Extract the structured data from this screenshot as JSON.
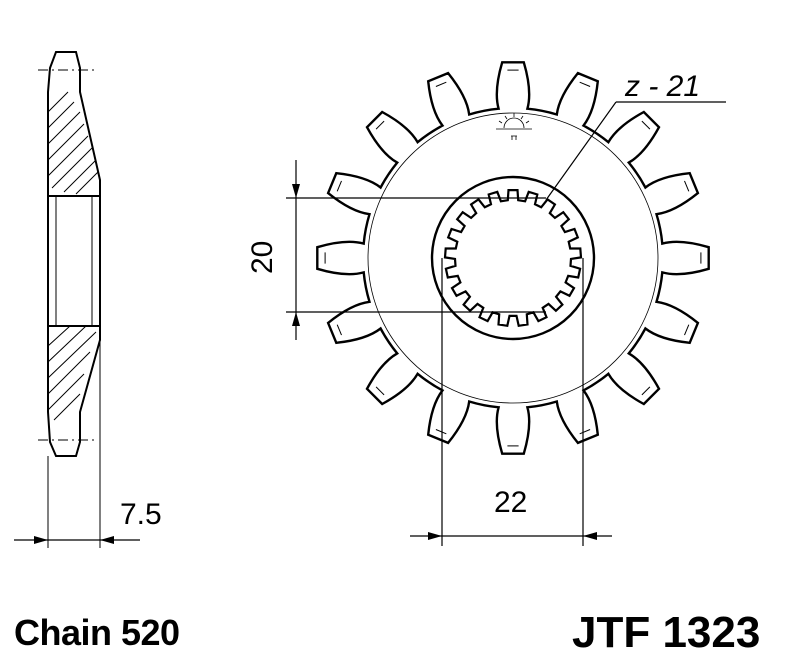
{
  "labels": {
    "tooth_count": "z - 21",
    "spline_height": "20",
    "hub_diameter": "22",
    "thickness": "7.5",
    "chain": "Chain 520",
    "part_number": "JTF 1323"
  },
  "sprocket": {
    "sprocket_teeth": 16,
    "spline_teeth": 21
  }
}
